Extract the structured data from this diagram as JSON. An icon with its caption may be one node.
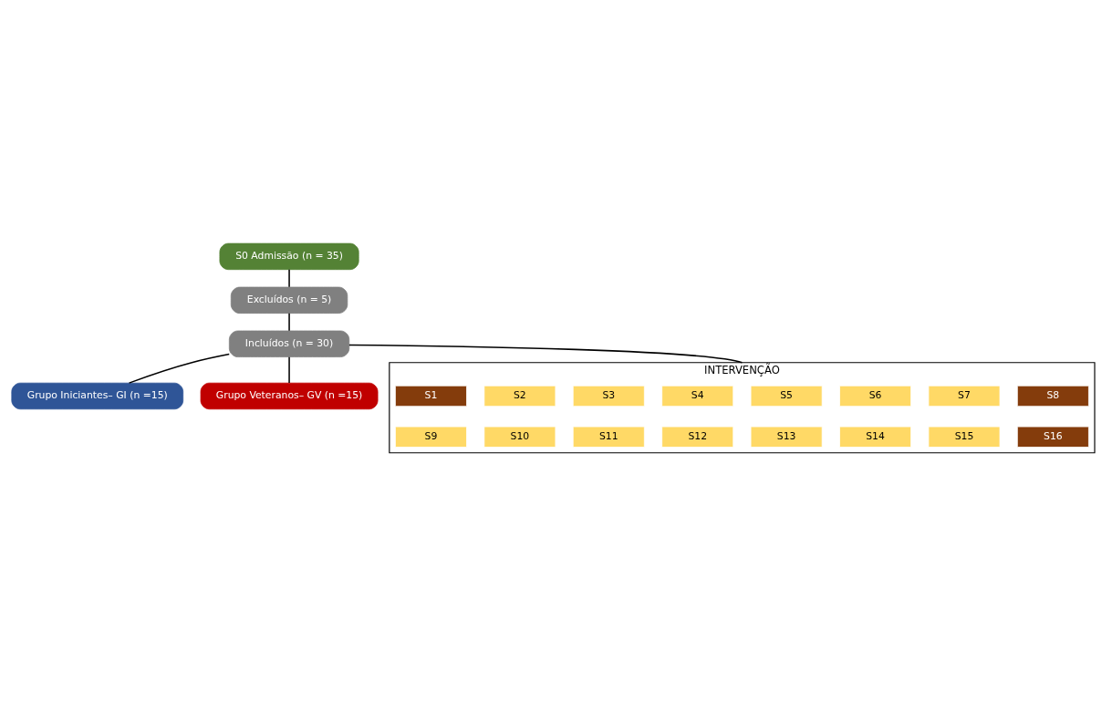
{
  "diagram": {
    "nodes": [
      {
        "text": [
          "S0 Admissão (n = 35)"
        ]
      },
      {
        "text": [
          "Excluídos (n = 5)"
        ]
      },
      {
        "text": [
          "Incluídos (n = 30)"
        ]
      },
      {
        "text": [
          "Grupo Iniciantes– GI (n =15)"
        ]
      },
      {
        "text": [
          "Grupo Veteranos– GV (n =15)"
        ]
      },
      {
        "text": [
          "INTERVENÇÃO"
        ]
      },
      {
        "text": [
          "S1"
        ],
        "in": 5
      },
      {
        "text": [
          "S2"
        ],
        "in": 5
      },
      {
        "text": [
          "S3"
        ],
        "in": 5
      },
      {
        "text": [
          "S4"
        ],
        "in": 5
      },
      {
        "text": [
          "S5"
        ],
        "in": 5
      },
      {
        "text": [
          "S6"
        ],
        "in": 5
      },
      {
        "text": [
          "S7"
        ],
        "in": 5
      },
      {
        "text": [
          "S8"
        ],
        "in": 5
      },
      {
        "text": [
          "S9"
        ],
        "in": 5
      },
      {
        "text": [
          "S10"
        ],
        "in": 5
      },
      {
        "text": [
          "S11"
        ],
        "in": 5
      },
      {
        "text": [
          "S12"
        ],
        "in": 5
      },
      {
        "text": [
          "S13"
        ],
        "in": 5
      },
      {
        "text": [
          "S14"
        ],
        "in": 5
      },
      {
        "text": [
          "S15"
        ],
        "in": 5
      },
      {
        "text": [
          "S16"
        ],
        "in": 5
      }
    ],
    "edges": [
      {
        "from": 0,
        "to": 1,
        "arrow": "none"
      },
      {
        "from": 1,
        "to": 2,
        "arrow": "none"
      },
      {
        "from": 2,
        "to": 3,
        "arrow": "none"
      },
      {
        "from": 2,
        "to": 4,
        "arrow": "none"
      },
      {
        "from": 2,
        "to": 5,
        "arrow": "none"
      }
    ]
  }
}
